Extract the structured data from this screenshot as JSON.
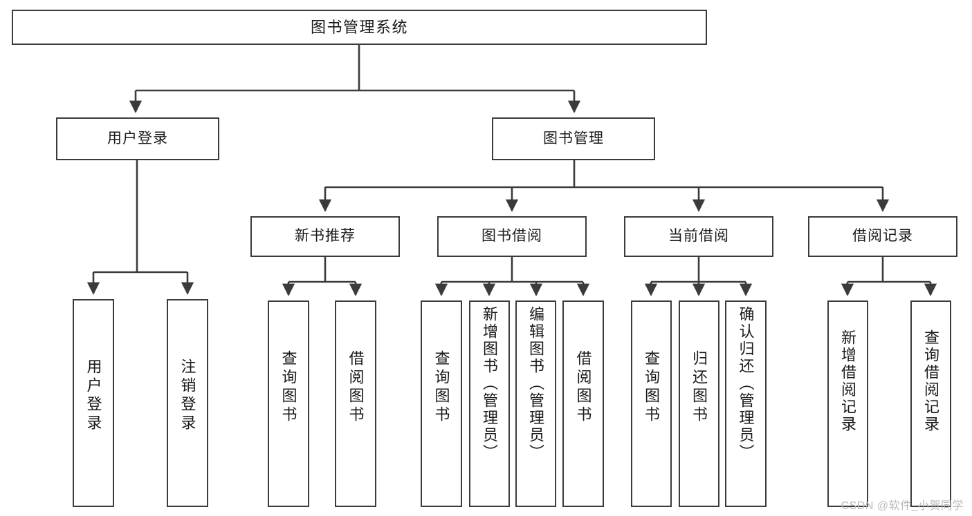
{
  "diagram": {
    "title": "图书管理系统",
    "type": "tree-hierarchy",
    "watermark": "CSDN @软件_小贺同学",
    "colors": {
      "stroke": "#3b3b3b",
      "fill": "#ffffff",
      "text": "#1a1a1a",
      "watermark": "#b9b9b9"
    },
    "levels": {
      "root": {
        "label": "图书管理系统"
      },
      "level2": [
        {
          "label": "用户登录"
        },
        {
          "label": "图书管理"
        }
      ],
      "level3": [
        {
          "label": "新书推荐"
        },
        {
          "label": "图书借阅"
        },
        {
          "label": "当前借阅"
        },
        {
          "label": "借阅记录"
        }
      ],
      "leaves_user_login": [
        {
          "label": "用户登录"
        },
        {
          "label": "注销登录"
        }
      ],
      "leaves_new_book": [
        {
          "label": "查询图书"
        },
        {
          "label": "借阅图书"
        }
      ],
      "leaves_borrow": [
        {
          "label": "查询图书"
        },
        {
          "label": "新增图书（管理员）"
        },
        {
          "label": "编辑图书（管理员）"
        },
        {
          "label": "借阅图书"
        }
      ],
      "leaves_current": [
        {
          "label": "查询图书"
        },
        {
          "label": "归还图书"
        },
        {
          "label": "确认归还（管理员）"
        }
      ],
      "leaves_records": [
        {
          "label": "新增借阅记录"
        },
        {
          "label": "查询借阅记录"
        }
      ]
    }
  }
}
